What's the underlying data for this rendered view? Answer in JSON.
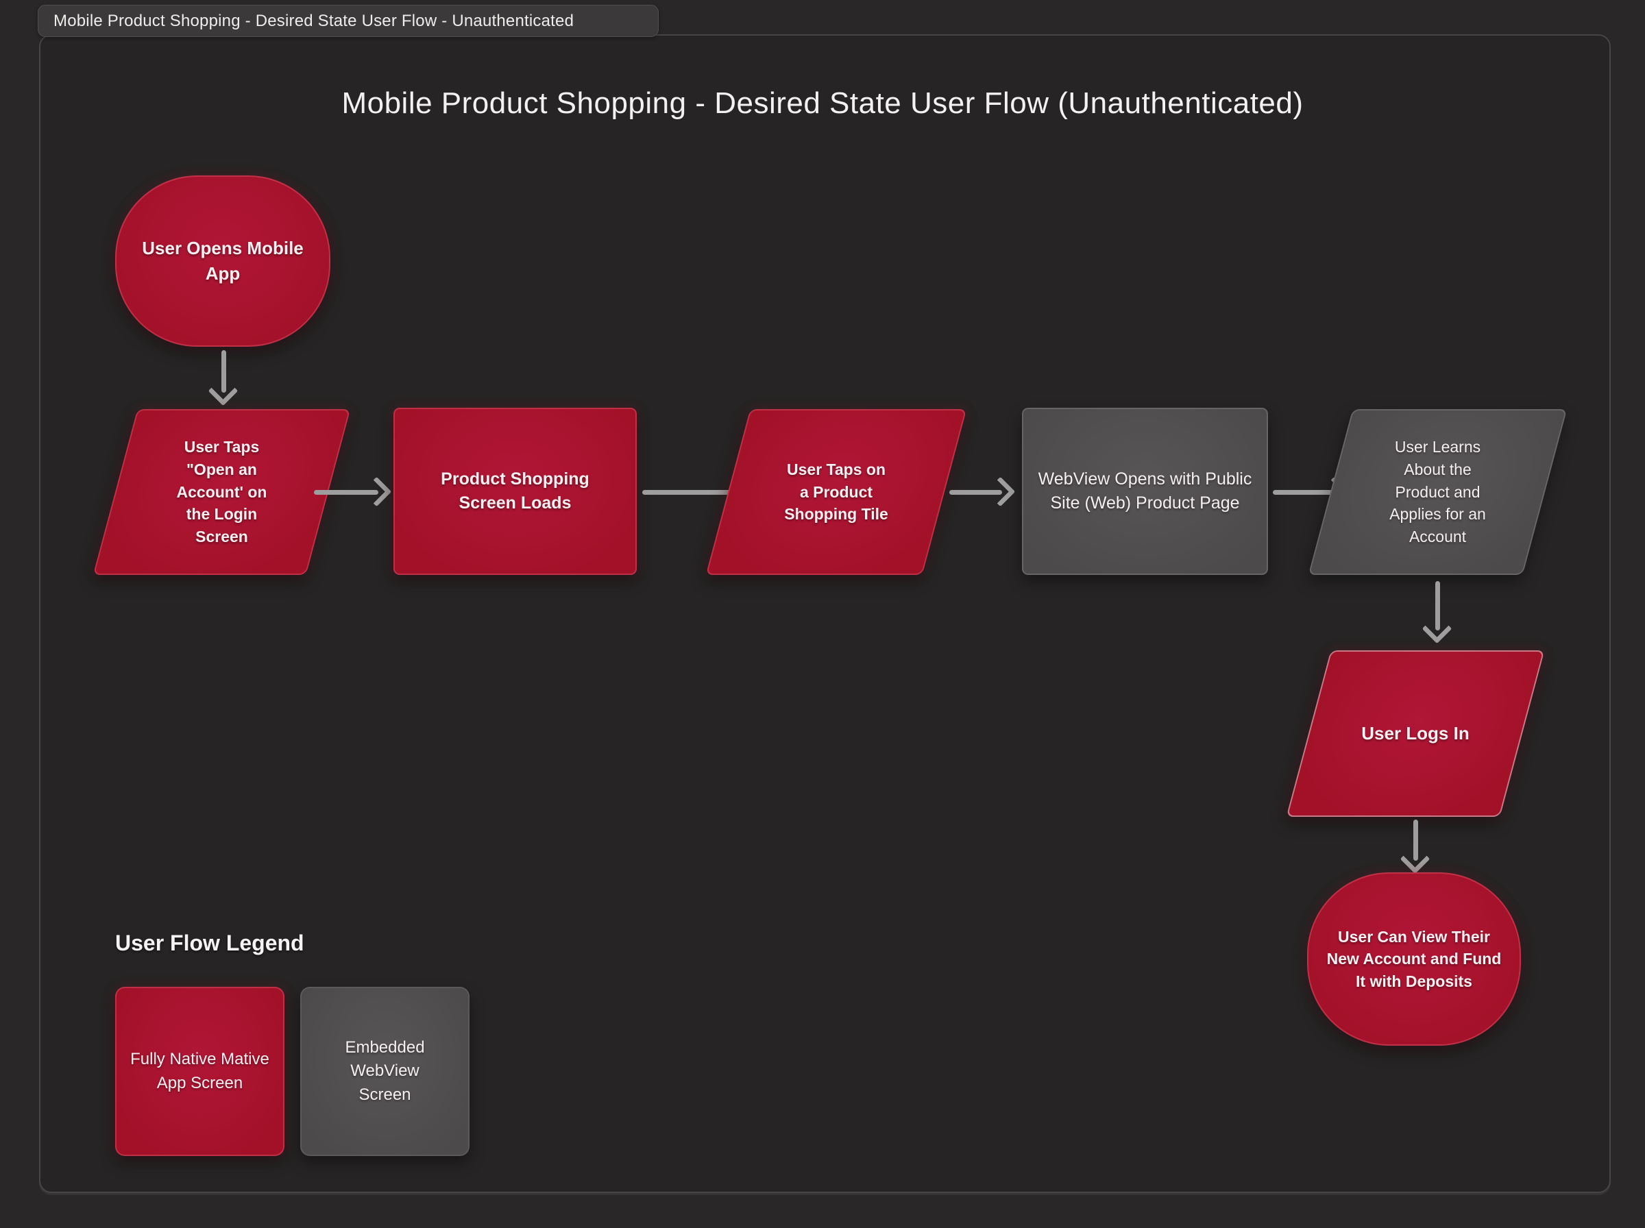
{
  "window": {
    "tab_title": "Mobile Product Shopping - Desired State User Flow - Unauthenticated"
  },
  "diagram": {
    "title": "Mobile Product Shopping - Desired State User Flow (Unauthenticated)"
  },
  "flow": {
    "nodes": [
      {
        "id": "start",
        "label": "User Opens Mobile App",
        "shape": "stadium",
        "style": "native"
      },
      {
        "id": "tap-open-account",
        "label": "User Taps \"Open an Account' on the Login Screen",
        "shape": "parallelogram",
        "style": "native"
      },
      {
        "id": "product-shopping-loads",
        "label": "Product Shopping Screen Loads",
        "shape": "rectangle",
        "style": "native"
      },
      {
        "id": "tap-product-tile",
        "label": "User Taps on a Product Shopping Tile",
        "shape": "parallelogram",
        "style": "native"
      },
      {
        "id": "webview-opens",
        "label": "WebView Opens with Public Site (Web) Product Page",
        "shape": "rectangle",
        "style": "webview"
      },
      {
        "id": "learns-and-applies",
        "label": "User Learns About the Product and Applies for an Account",
        "shape": "parallelogram",
        "style": "webview"
      },
      {
        "id": "user-logs-in",
        "label": "User Logs In",
        "shape": "parallelogram",
        "style": "native"
      },
      {
        "id": "view-and-fund-account",
        "label": "User Can View Their New Account and Fund It with Deposits",
        "shape": "stadium",
        "style": "native"
      }
    ]
  },
  "legend": {
    "title": "User Flow Legend",
    "items": [
      {
        "label": "Fully Native Mative App Screen",
        "style": "native"
      },
      {
        "label": "Embedded WebView Screen",
        "style": "webview"
      }
    ]
  },
  "colors": {
    "native_fill": "#a81230",
    "webview_fill": "#525051",
    "arrow": "#9e9e9e",
    "canvas_background": "#262424",
    "panel_border": "#474545",
    "text": "#f6eff1"
  }
}
